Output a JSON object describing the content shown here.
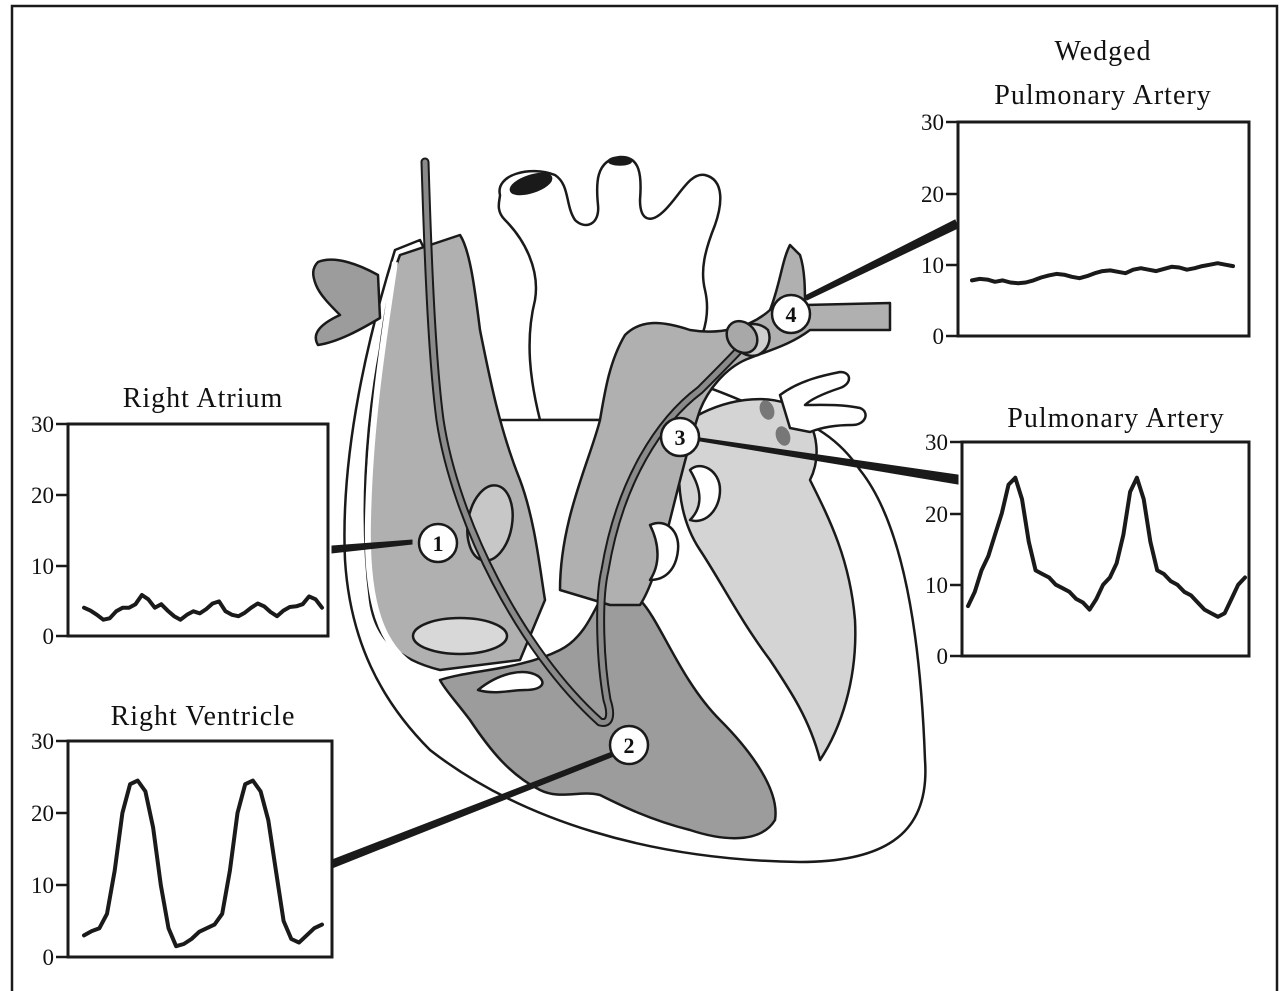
{
  "colors": {
    "background": "#ffffff",
    "outline": "#1a1a1a",
    "chamber_dark": "#9c9c9c",
    "chamber_mid": "#b8b8b8",
    "chamber_light": "#d4d4d4",
    "catheter": "#7a7a7a",
    "trace": "#1a1a1a"
  },
  "markers": [
    "1",
    "2",
    "3",
    "4"
  ],
  "panels": {
    "right_atrium": {
      "title": "Right Atrium",
      "yticks": [
        "30",
        "20",
        "10",
        "0"
      ],
      "ylim": [
        0,
        30
      ],
      "values": [
        4,
        3.6,
        3,
        2.3,
        2.5,
        3.5,
        4,
        4,
        4.5,
        5.8,
        5.2,
        4,
        4.5,
        3.6,
        2.8,
        2.3,
        3,
        3.5,
        3.2,
        3.8,
        4.6,
        4.9,
        3.5,
        3,
        2.8,
        3.3,
        4,
        4.6,
        4.2,
        3.4,
        2.8,
        3.6,
        4.1,
        4.2,
        4.5,
        5.6,
        5.2,
        4
      ]
    },
    "right_ventricle": {
      "title": "Right Ventricle",
      "yticks": [
        "30",
        "20",
        "10",
        "0"
      ],
      "ylim": [
        0,
        30
      ],
      "values": [
        3,
        3.6,
        4,
        6,
        12,
        20,
        24,
        24.5,
        23,
        18,
        10,
        4,
        1.5,
        1.8,
        2.5,
        3.5,
        4,
        4.5,
        6,
        12,
        20,
        24,
        24.5,
        23,
        19,
        12,
        5,
        2.5,
        2,
        3,
        4,
        4.5
      ]
    },
    "pulmonary_artery": {
      "title": "Pulmonary Artery",
      "yticks": [
        "30",
        "20",
        "10",
        "0"
      ],
      "ylim": [
        0,
        30
      ],
      "values": [
        7,
        9,
        12,
        14,
        17,
        20,
        24,
        25,
        22,
        16,
        12,
        11.5,
        11,
        10,
        9.5,
        9,
        8,
        7.5,
        6.5,
        8,
        10,
        11,
        13,
        17,
        23,
        25,
        22,
        16,
        12,
        11.5,
        10.5,
        10,
        9,
        8.5,
        7.5,
        6.5,
        6,
        5.5,
        6,
        8,
        10,
        11
      ]
    },
    "wedged_pulmonary_artery": {
      "title_line1": "Wedged",
      "title_line2": "Pulmonary Artery",
      "yticks": [
        "30",
        "20",
        "10",
        "0"
      ],
      "ylim": [
        0,
        30
      ],
      "values": [
        7.8,
        8,
        7.9,
        7.6,
        7.8,
        7.5,
        7.4,
        7.5,
        7.8,
        8.2,
        8.5,
        8.7,
        8.6,
        8.3,
        8.1,
        8.4,
        8.8,
        9.1,
        9.2,
        9,
        8.8,
        9.3,
        9.5,
        9.3,
        9.1,
        9.4,
        9.7,
        9.6,
        9.3,
        9.5,
        9.8,
        10,
        10.2,
        10,
        9.8
      ]
    }
  }
}
